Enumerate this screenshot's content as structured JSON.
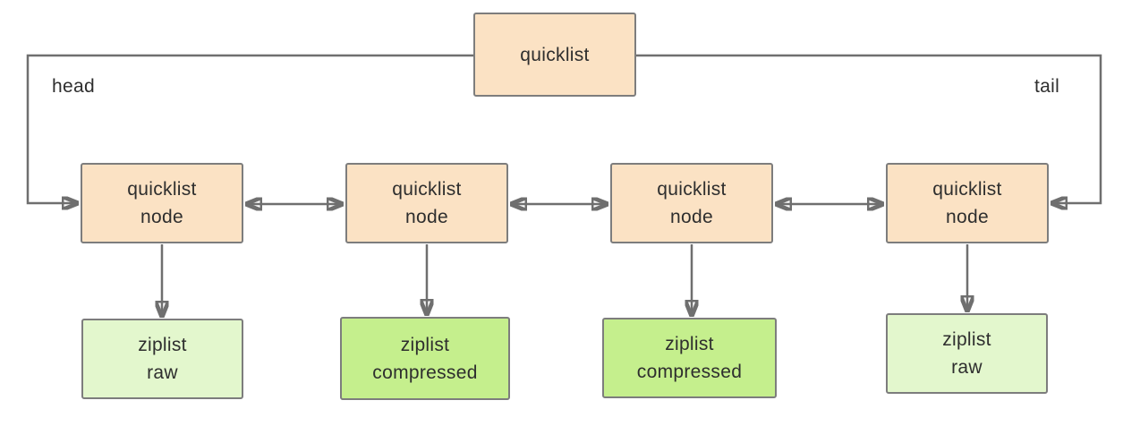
{
  "diagram": {
    "quicklist": {
      "label": "quicklist"
    },
    "edge_labels": {
      "head": "head",
      "tail": "tail"
    },
    "nodes": [
      {
        "line1": "quicklist",
        "line2": "node"
      },
      {
        "line1": "quicklist",
        "line2": "node"
      },
      {
        "line1": "quicklist",
        "line2": "node"
      },
      {
        "line1": "quicklist",
        "line2": "node"
      }
    ],
    "ziplists": [
      {
        "line1": "ziplist",
        "line2": "raw",
        "variant": "raw"
      },
      {
        "line1": "ziplist",
        "line2": "compressed",
        "variant": "compressed"
      },
      {
        "line1": "ziplist",
        "line2": "compressed",
        "variant": "compressed"
      },
      {
        "line1": "ziplist",
        "line2": "raw",
        "variant": "raw"
      }
    ],
    "colors": {
      "node_fill": "#fbe2c4",
      "ziplist_raw_fill": "#e3f7cd",
      "ziplist_compressed_fill": "#c5ef8d",
      "box_border": "#7d7d7d",
      "line": "#6f6f6f",
      "arrowhead": "#333333",
      "text": "#2e2e2e",
      "background": "#ffffff"
    }
  }
}
